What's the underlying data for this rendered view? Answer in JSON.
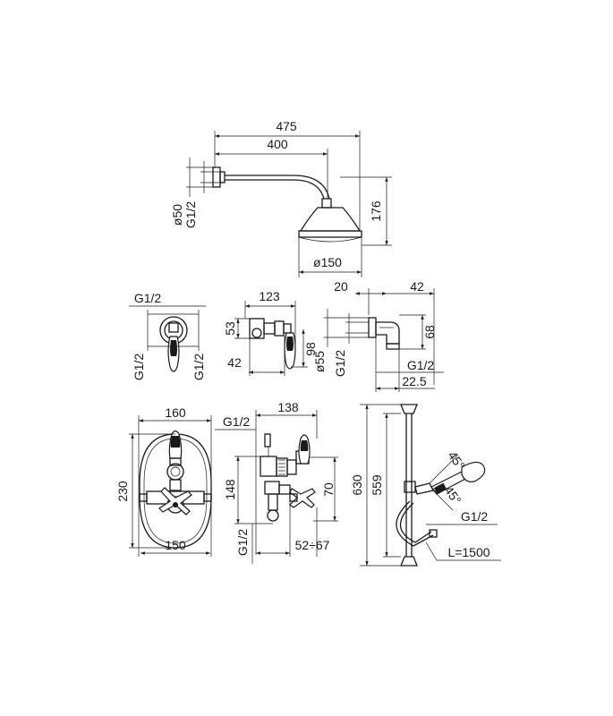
{
  "head_shower": {
    "d475": "475",
    "d400": "400",
    "d176": "176",
    "d50": "ø50",
    "g12": "G1/2",
    "d150": "ø150"
  },
  "handle_view": {
    "g12_top": "G1/2",
    "g12_left": "G1/2",
    "g12_right": "G1/2"
  },
  "valve_side": {
    "d123": "123",
    "d53": "53",
    "d42": "42",
    "d98": "98"
  },
  "outlet_elbow": {
    "d20": "20",
    "d42": "42",
    "d68": "68",
    "d55": "ø55",
    "g12_left": "G1/2",
    "g12_right": "G1/2",
    "d22_5": "22.5"
  },
  "thermostatic_front": {
    "d160": "160",
    "d230": "230",
    "d150": "150"
  },
  "thermostatic_side": {
    "g12_top": "G1/2",
    "d138": "138",
    "d148": "148",
    "d70": "70",
    "g12_bottom": "G1/2",
    "d52_67": "52÷67"
  },
  "slide_rail": {
    "d630": "630",
    "d559": "559",
    "a45_top": "45°",
    "a45_bottom": "45°",
    "g12": "G1/2",
    "hose_length": "L=1500"
  }
}
